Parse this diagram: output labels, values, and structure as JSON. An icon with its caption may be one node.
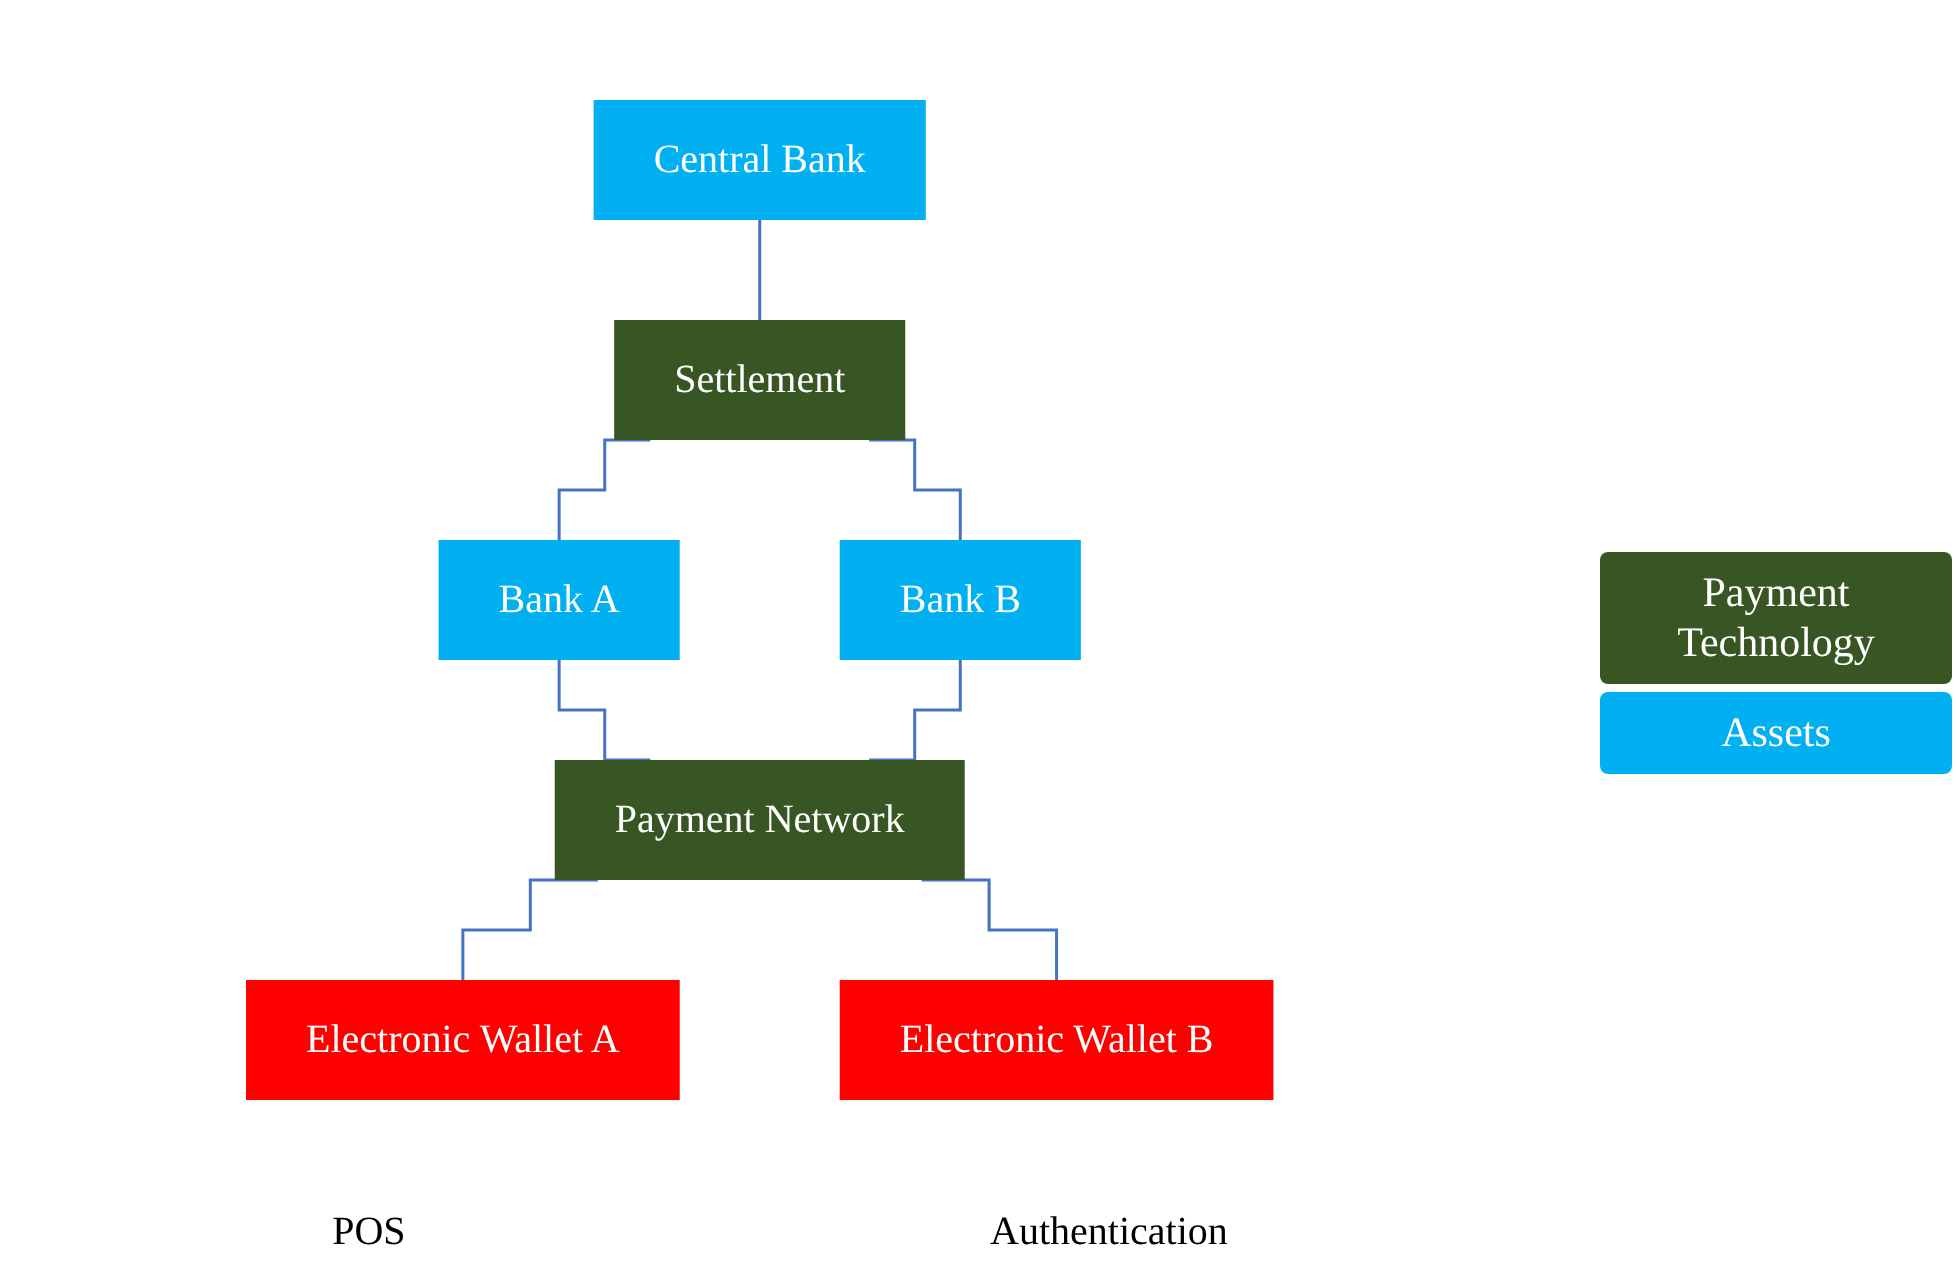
{
  "diagram": {
    "nodes": [
      {
        "text": [
          "Central Bank"
        ]
      },
      {
        "text": [
          "Settlement"
        ]
      },
      {
        "text": [
          "Bank A"
        ]
      },
      {
        "text": [
          "Bank B"
        ]
      },
      {
        "text": [
          "Payment Network"
        ]
      },
      {
        "text": [
          "Electronic Wallet A"
        ]
      },
      {
        "text": [
          "Electronic Wallet B"
        ]
      }
    ],
    "edges": [
      {
        "from": 0,
        "to": 1,
        "arrow": "none"
      },
      {
        "from": 1,
        "to": 2,
        "arrow": "none"
      },
      {
        "from": 1,
        "to": 3,
        "arrow": "none"
      },
      {
        "from": 2,
        "to": 4,
        "arrow": "none"
      },
      {
        "from": 3,
        "to": 4,
        "arrow": "none"
      },
      {
        "from": 4,
        "to": 5,
        "arrow": "none"
      },
      {
        "from": 4,
        "to": 6,
        "arrow": "none"
      }
    ],
    "labels": [
      "POS",
      "Authentication"
    ],
    "legend": [
      {
        "text": "Payment Technology",
        "color": "#375623"
      },
      {
        "text": "Assets",
        "color": "#00b0f0"
      }
    ]
  }
}
